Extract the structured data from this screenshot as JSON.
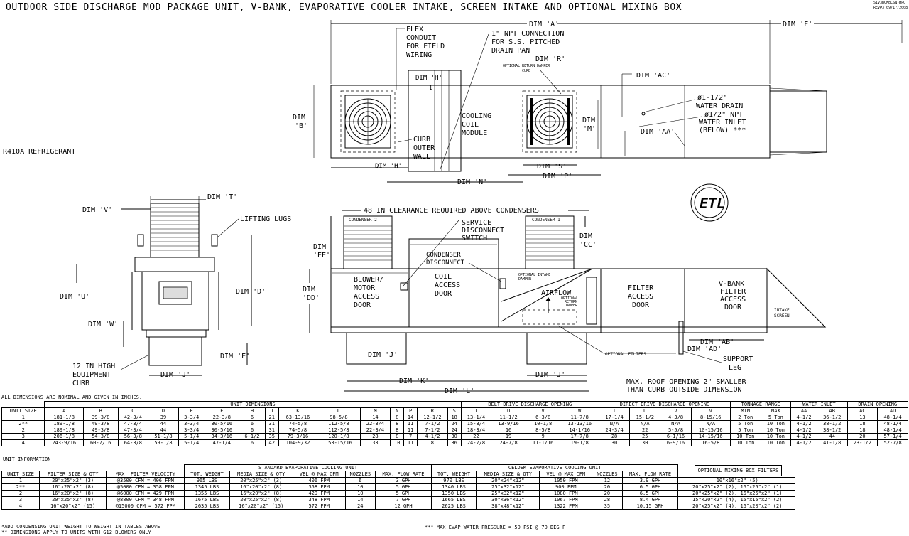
{
  "title": "OUTDOOR SIDE DISCHARGE MOD PACKAGE UNIT, V-BANK, EVAPORATIVE COOLER INTAKE, SCREEN INTAKE AND OPTIONAL MIXING BOX",
  "doc_ref": [
    "SIV3BCMBCSN-HPO",
    "REV#3 09/17/2008"
  ],
  "refrigerant": "R410A REFRIGERANT",
  "top_view": {
    "dim_a": "DIM 'A'",
    "dim_f": "DIM 'F'",
    "flex_conduit": [
      "FLEX",
      "CONDUIT",
      "FOR FIELD",
      "WIRING"
    ],
    "npt_connection": [
      "1\" NPT CONNECTION",
      "FOR S.S. PITCHED",
      "DRAIN PAN"
    ],
    "dim_r": "DIM 'R'",
    "return_damper": [
      "OPTIONAL RETURN DAMPER",
      "CURB"
    ],
    "dim_h_top": "DIM 'H'",
    "dim_ac": "DIM 'AC'",
    "dim_b": [
      "DIM",
      "'B'"
    ],
    "cooling_coil": [
      "COOLING",
      "COIL",
      "MODULE"
    ],
    "dim_m": [
      "DIM",
      "'M'"
    ],
    "water_drain": [
      "ø1-1/2\"",
      "WATER DRAIN"
    ],
    "water_inlet": [
      "ø1/2\" NPT",
      "WATER INLET",
      "(BELOW) ***"
    ],
    "dim_aa": "DIM 'AA'",
    "curb_wall": [
      "CURB",
      "OUTER",
      "WALL"
    ],
    "dim_h_bot": "DIM 'H'",
    "dim_s": "DIM 'S'",
    "dim_p": "DIM 'P'",
    "dim_n": "DIM 'N'"
  },
  "end_view": {
    "dim_t": "DIM 'T'",
    "dim_v": "DIM 'V'",
    "lifting_lugs": "LIFTING LUGS",
    "dim_u": "DIM 'U'",
    "dim_d": "DIM 'D'",
    "dim_w": "DIM 'W'",
    "dim_e": "DIM 'E'",
    "curb": [
      "12 IN HIGH",
      "EQUIPMENT",
      "CURB"
    ],
    "dim_j": "DIM 'J'"
  },
  "side_view": {
    "clearance": "48 IN CLEARANCE REQUIRED ABOVE CONDENSERS",
    "condenser_2": "CONDENSER 2",
    "condenser_1": "CONDENSER 1",
    "service_switch": [
      "SERVICE",
      "DISCONNECT",
      "SWITCH"
    ],
    "dim_ee": [
      "DIM",
      "'EE'"
    ],
    "dim_cc": [
      "DIM",
      "'CC'"
    ],
    "condenser_disconnect": [
      "CONDENSER",
      "DISCONNECT"
    ],
    "intake_damper": [
      "OPTIONAL INTAKE",
      "DAMPER"
    ],
    "dim_dd": [
      "DIM",
      "'DD'"
    ],
    "blower_door": [
      "BLOWER/",
      "MOTOR",
      "ACCESS",
      "DOOR"
    ],
    "coil_door": [
      "COIL",
      "ACCESS",
      "DOOR"
    ],
    "airflow": "AIRFLOW",
    "return_damper": [
      "OPTIONAL",
      "RETURN",
      "DAMPER"
    ],
    "filter_door": [
      "FILTER",
      "ACCESS",
      "DOOR"
    ],
    "vbank_door": [
      "V-BANK",
      "FILTER",
      "ACCESS",
      "DOOR"
    ],
    "intake_screen": [
      "INTAKE",
      "SCREEN"
    ],
    "dim_ab": "DIM 'AB'",
    "dim_ad": "DIM 'AD'",
    "optional_filters": "OPTIONAL FILTERS",
    "support_leg": [
      "SUPPORT",
      "LEG"
    ],
    "dim_j1": "DIM 'J'",
    "dim_j2": "DIM 'J'",
    "dim_k": "DIM 'K'",
    "dim_l": "DIM 'L'",
    "roof_note": [
      "MAX. ROOF OPENING 2\" SMALLER",
      "THAN CURB OUTSIDE DIMENSION"
    ]
  },
  "ul_logo": "ETL",
  "notes_top": "ALL DIMENSIONS ARE NOMINAL AND GIVEN IN INCHES.",
  "dims_table": {
    "group_headers": [
      "UNIT DIMENSIONS",
      "BELT DRIVE DISCHARGE OPENING",
      "DIRECT DRIVE DISCHARGE OPENING",
      "TONNAGE RANGE",
      "WATER INLET",
      "DRAIN OPENING"
    ],
    "columns": [
      "UNIT SIZE",
      "A",
      "B",
      "C",
      "D",
      "E",
      "F",
      "H",
      "J",
      "K",
      "L",
      "M",
      "N",
      "P",
      "R",
      "S",
      "T",
      "U",
      "V",
      "W",
      "T",
      "U",
      "V",
      "V",
      "MIN",
      "MAX",
      "AA",
      "AB",
      "AC",
      "AD"
    ],
    "rows": [
      [
        "1",
        "181-1/8",
        "39-3/8",
        "42-3/4",
        "39",
        "3-3/4",
        "22-3/8",
        "6",
        "21",
        "63-13/16",
        "98-5/8",
        "14",
        "8",
        "14",
        "12-1/2",
        "18",
        "13-1/4",
        "11-1/2",
        "6-3/8",
        "11-7/8",
        "17-1/4",
        "15-1/2",
        "4-3/8",
        "8-15/16",
        "2 Ton",
        "5 Ton",
        "4-1/2",
        "36-1/2",
        "13",
        "48-1/4"
      ],
      [
        "2**",
        "189-1/8",
        "49-3/8",
        "47-3/4",
        "44",
        "3-3/4",
        "30-5/16",
        "6",
        "31",
        "74-5/8",
        "112-5/8",
        "22-3/4",
        "8",
        "11",
        "7-1/2",
        "24",
        "15-3/4",
        "13-9/16",
        "10-1/8",
        "13-13/16",
        "N/A",
        "N/A",
        "N/A",
        "N/A",
        "5 Ton",
        "10 Ton",
        "4-1/2",
        "38-1/2",
        "18",
        "48-1/4"
      ],
      [
        "2",
        "189-1/8",
        "49-3/8",
        "47-3/4",
        "44",
        "3-3/4",
        "30-5/16",
        "6",
        "31",
        "74-5/8",
        "112-5/8",
        "22-3/4",
        "8",
        "11",
        "7-1/2",
        "24",
        "18-3/4",
        "16",
        "8-5/8",
        "14-1/16",
        "24-3/4",
        "22",
        "5-5/8",
        "10-15/16",
        "5 Ton",
        "10 Ton",
        "4-1/2",
        "38-1/2",
        "18",
        "48-1/4"
      ],
      [
        "3",
        "206-1/8",
        "54-3/8",
        "56-3/8",
        "51-1/8",
        "5-1/4",
        "34-3/16",
        "6-1/2",
        "35",
        "79-3/16",
        "120-1/8",
        "28",
        "8",
        "7",
        "4-1/2",
        "30",
        "22",
        "19",
        "9",
        "17-7/8",
        "28",
        "25",
        "6-1/16",
        "14-15/16",
        "10 Ton",
        "10 Ton",
        "4-1/2",
        "44",
        "20",
        "57-1/4"
      ],
      [
        "4",
        "243-9/16",
        "60-7/16",
        "64-3/8",
        "59-1/8",
        "5-1/4",
        "47-1/4",
        "6",
        "42",
        "104-9/32",
        "153-15/16",
        "33",
        "10",
        "11",
        "8",
        "36",
        "24-7/8",
        "24-7/8",
        "11-1/16",
        "19-1/8",
        "30",
        "30",
        "6-9/16",
        "16-5/8",
        "10 Ton",
        "10 Ton",
        "4-1/2",
        "41-1/8",
        "23-1/2",
        "52-7/8"
      ]
    ]
  },
  "unit_info_label": "UNIT INFORMATION",
  "info_table": {
    "group_headers": [
      "STANDARD EVAPORATIVE COOLING UNIT",
      "CELDEK EVAPORATIVE COOLING UNIT",
      "OPTIONAL MIXING BOX FILTERS"
    ],
    "columns": [
      "UNIT SIZE",
      "FILTER SIZE & QTY",
      "MAX. FILTER VELOCITY",
      "TOT. WEIGHT",
      "MEDIA SIZE & QTY",
      "VEL @ MAX CFM",
      "NOZZLES",
      "MAX. FLOW RATE",
      "TOT. WEIGHT",
      "MEDIA SIZE & QTY",
      "VEL @ MAX CFM",
      "NOZZLES",
      "MAX. FLOW RATE"
    ],
    "rows": [
      [
        "1",
        "20\"x25\"x2\" (3)",
        "@3500 CFM = 406 FPM",
        "965 LBS",
        "20\"x25\"x2\" (3)",
        "406 FPM",
        "6",
        "3 GPH",
        "970 LBS",
        "20\"x24\"x12\"",
        "1050 FPM",
        "12",
        "3.9 GPH",
        "10\"x16\"x2\" (5)"
      ],
      [
        "2**",
        "16\"x20\"x2\" (8)",
        "@5000 CFM = 358 FPM",
        "1345 LBS",
        "16\"x20\"x2\" (8)",
        "358 FPM",
        "10",
        "5 GPH",
        "1340 LBS",
        "25\"x32\"x12\"",
        "900 FPM",
        "20",
        "6.5 GPH",
        "20\"x25\"x2\" (2), 16\"x25\"x2\" (1)"
      ],
      [
        "2",
        "16\"x20\"x2\" (8)",
        "@6000 CFM = 429 FPM",
        "1355 LBS",
        "16\"x20\"x2\" (8)",
        "429 FPM",
        "10",
        "5 GPH",
        "1350 LBS",
        "25\"x32\"x12\"",
        "1080 FPM",
        "20",
        "6.5 GPH",
        "20\"x25\"x2\" (2), 16\"x25\"x2\" (1)"
      ],
      [
        "3",
        "20\"x25\"x2\" (8)",
        "@8800 CFM = 348 FPM",
        "1675 LBS",
        "20\"x25\"x2\" (8)",
        "348 FPM",
        "14",
        "7 GPH",
        "1665 LBS",
        "30\"x36\"x12\"",
        "1067 FPM",
        "28",
        "8.4 GPH",
        "15\"x20\"x2\" (4), 15\"x15\"x2\" (2)"
      ],
      [
        "4",
        "16\"x20\"x2\" (15)",
        "@15000 CFM = 572 FPM",
        "2635 LBS",
        "16\"x20\"x2\" (15)",
        "572 FPM",
        "24",
        "12 GPH",
        "2625 LBS",
        "38\"x48\"x12\"",
        "1322 FPM",
        "35",
        "10.15 GPH",
        "20\"x25\"x2\" (4), 16\"x20\"x2\" (2)"
      ]
    ]
  },
  "footnotes": [
    "*ADD CONDENSING UNIT WEIGHT TO WEIGHT IN TABLES ABOVE",
    "** DIMENSIONS APPLY TO UNITS WITH G12 BLOWERS ONLY"
  ],
  "pressure_note": "*** MAX EVAP WATER PRESSURE = 50 PSI @ 70 DEG F"
}
